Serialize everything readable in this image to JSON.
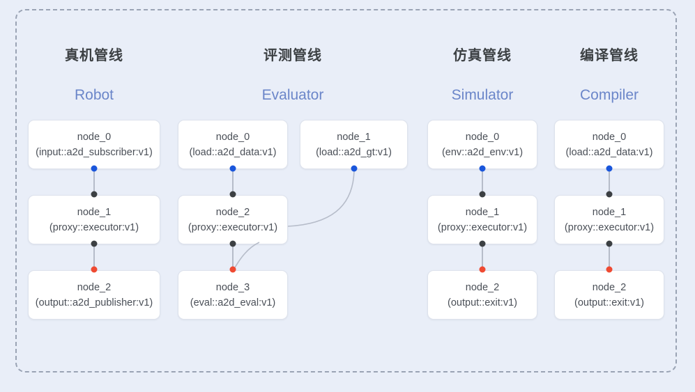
{
  "frame": {
    "border_color": "#9aa3b4",
    "background": "#e9eef8"
  },
  "palette": {
    "accent_blue": "#1a56db",
    "accent_dark": "#3c4043",
    "accent_red": "#ef4a32",
    "subtitle_blue": "#6b86c9",
    "box_border": "#dde2ec",
    "line": "#b6bcc9"
  },
  "columns": [
    {
      "title_cn": "真机管线",
      "title_en": "Robot",
      "nodes": [
        {
          "id": "node_0",
          "type": "(input::a2d_subscriber:v1)"
        },
        {
          "id": "node_1",
          "type": "(proxy::executor:v1)"
        },
        {
          "id": "node_2",
          "type": "(output::a2d_publisher:v1)"
        }
      ]
    },
    {
      "title_cn": "评测管线",
      "title_en": "Evaluator",
      "nodes": [
        {
          "id": "node_0",
          "type": "(load::a2d_data:v1)"
        },
        {
          "id": "node_1",
          "type": "(load::a2d_gt:v1)"
        },
        {
          "id": "node_2",
          "type": "(proxy::executor:v1)"
        },
        {
          "id": "node_3",
          "type": "(eval::a2d_eval:v1)"
        }
      ]
    },
    {
      "title_cn": "仿真管线",
      "title_en": "Simulator",
      "nodes": [
        {
          "id": "node_0",
          "type": "(env::a2d_env:v1)"
        },
        {
          "id": "node_1",
          "type": "(proxy::executor:v1)"
        },
        {
          "id": "node_2",
          "type": "(output::exit:v1)"
        }
      ]
    },
    {
      "title_cn": "编译管线",
      "title_en": "Compiler",
      "nodes": [
        {
          "id": "node_0",
          "type": "(load::a2d_data:v1)"
        },
        {
          "id": "node_1",
          "type": "(proxy::executor:v1)"
        },
        {
          "id": "node_2",
          "type": "(output::exit:v1)"
        }
      ]
    }
  ]
}
